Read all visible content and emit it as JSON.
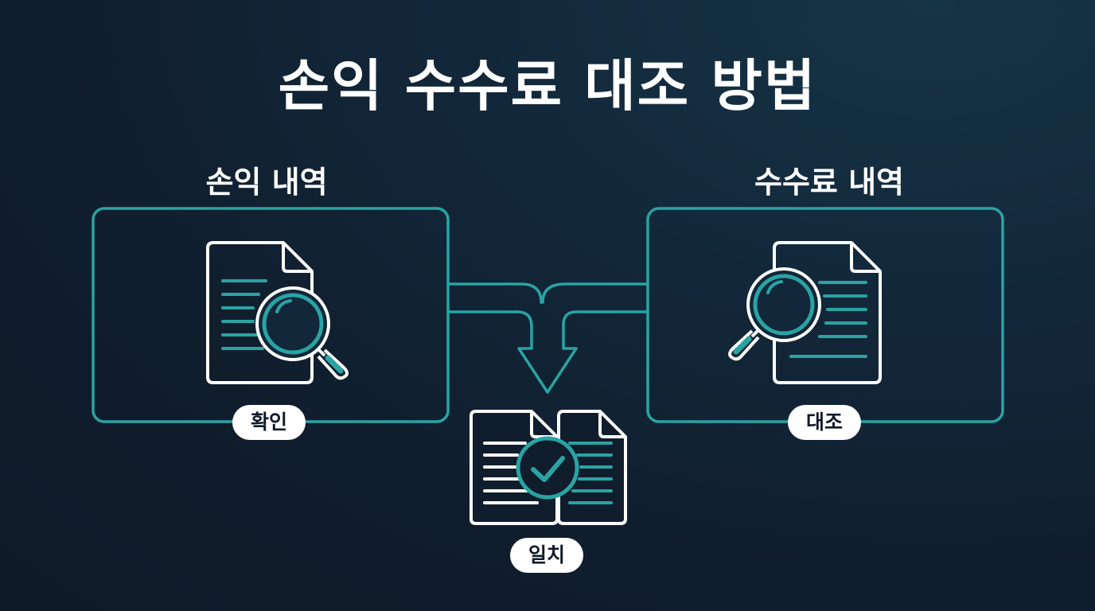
{
  "title": "손익 수수료 대조 방법",
  "left_panel": {
    "title": "손익 내역",
    "label": "확인"
  },
  "right_panel": {
    "title": "수수료 내역",
    "label": "대조"
  },
  "result": {
    "label": "일치"
  },
  "colors": {
    "accent": "#2aa3a3",
    "line": "#ffffff",
    "background": "#101d2c"
  }
}
